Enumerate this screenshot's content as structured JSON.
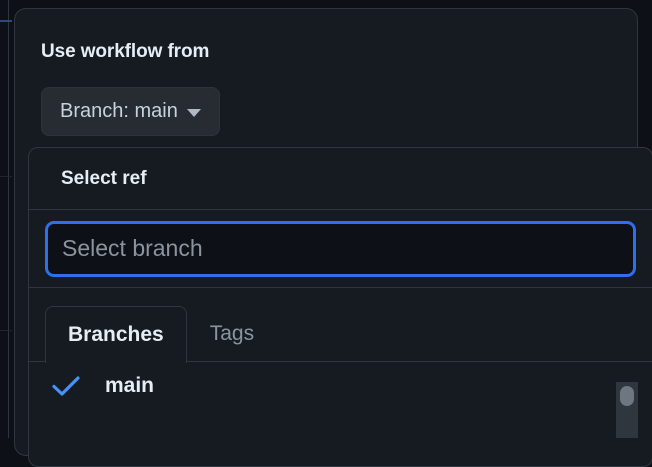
{
  "dialog": {
    "title": "Use workflow from",
    "branch_button": {
      "label": "Branch: main",
      "caret_icon": "chevron-down-icon"
    }
  },
  "ref_panel": {
    "title": "Select ref",
    "search": {
      "value": "",
      "placeholder": "Select branch"
    },
    "tabs": [
      {
        "label": "Branches",
        "active": true
      },
      {
        "label": "Tags",
        "active": false
      }
    ],
    "items": [
      {
        "name": "main",
        "selected": true,
        "check_icon": "check-icon"
      }
    ]
  },
  "colors": {
    "dialog_background": "#161b22",
    "page_background": "#0d1117",
    "border": "#30363d",
    "text_primary": "#e6edf3",
    "text_muted": "#8b949e",
    "accent_blue": "#2f6feb",
    "check_blue": "#4493f8",
    "button_background": "#272c33",
    "scrollbar_thumb": "#6e7681"
  }
}
